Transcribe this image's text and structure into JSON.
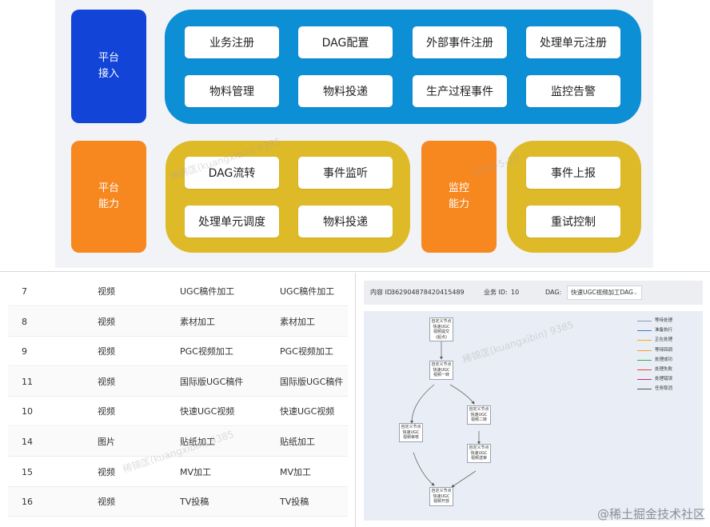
{
  "architecture": {
    "platform_access": {
      "title": "平台\n接入",
      "items": [
        "业务注册",
        "DAG配置",
        "外部事件注册",
        "处理单元注册",
        "物料管理",
        "物料投递",
        "生产过程事件",
        "监控告警"
      ]
    },
    "platform_capability": {
      "title": "平台\n能力",
      "items": [
        "DAG流转",
        "事件监听",
        "处理单元调度",
        "物料投递"
      ]
    },
    "monitoring_capability": {
      "title": "监控\n能力",
      "items": [
        "事件上报",
        "重试控制"
      ]
    },
    "colors": {
      "access_block": "#1244d8",
      "access_container": "#0d8fd6",
      "capability_block": "#f7871f",
      "capability_container": "#dfba28"
    }
  },
  "table": {
    "rows": [
      [
        "7",
        "视频",
        "UGC稿件加工",
        "UGC稿件加工"
      ],
      [
        "8",
        "视频",
        "素材加工",
        "素材加工"
      ],
      [
        "9",
        "视频",
        "PGC视频加工",
        "PGC视频加工"
      ],
      [
        "11",
        "视频",
        "国际版UGC稿件",
        "国际版UGC稿件"
      ],
      [
        "10",
        "视频",
        "快速UGC视频",
        "快速UGC视频"
      ],
      [
        "14",
        "图片",
        "贴纸加工",
        "贴纸加工"
      ],
      [
        "15",
        "视频",
        "MV加工",
        "MV加工"
      ],
      [
        "16",
        "视频",
        "TV投稿",
        "TV投稿"
      ]
    ]
  },
  "dag": {
    "content_id_label": "内容 ID:",
    "content_id": "362904878420415489",
    "business_id_label": "业务 ID:",
    "business_id": "10",
    "dag_label": "DAG:",
    "dag_value": "快速UGC视频加工DAG",
    "nodes": [
      "自定义节点\n快速UGC\n视频提交\n(起点)",
      "自定义节点\n快速UGC\n视频一转",
      "自定义节点\n快速UGC\n视频二转",
      "自定义节点\n快速UGC\n视频审核",
      "自定义节点\n快速UGC\n视频送审",
      "自定义节点\n快速UGC\n视频开放"
    ],
    "legend": [
      {
        "label": "等待处理",
        "color": "#8c9bb3"
      },
      {
        "label": "准备执行",
        "color": "#3a7bd5"
      },
      {
        "label": "正在处理",
        "color": "#f5b400"
      },
      {
        "label": "等待回调",
        "color": "#ff9a2e"
      },
      {
        "label": "处理成功",
        "color": "#2fb34a"
      },
      {
        "label": "处理失败",
        "color": "#e8453c"
      },
      {
        "label": "处理错误",
        "color": "#c82d6b"
      },
      {
        "label": "任务取消",
        "color": "#555555"
      }
    ]
  },
  "watermark": {
    "line1": "稀锦匡(kuangxibin) 9385",
    "line2": "2024-5-20"
  },
  "credit": "@稀土掘金技术社区"
}
